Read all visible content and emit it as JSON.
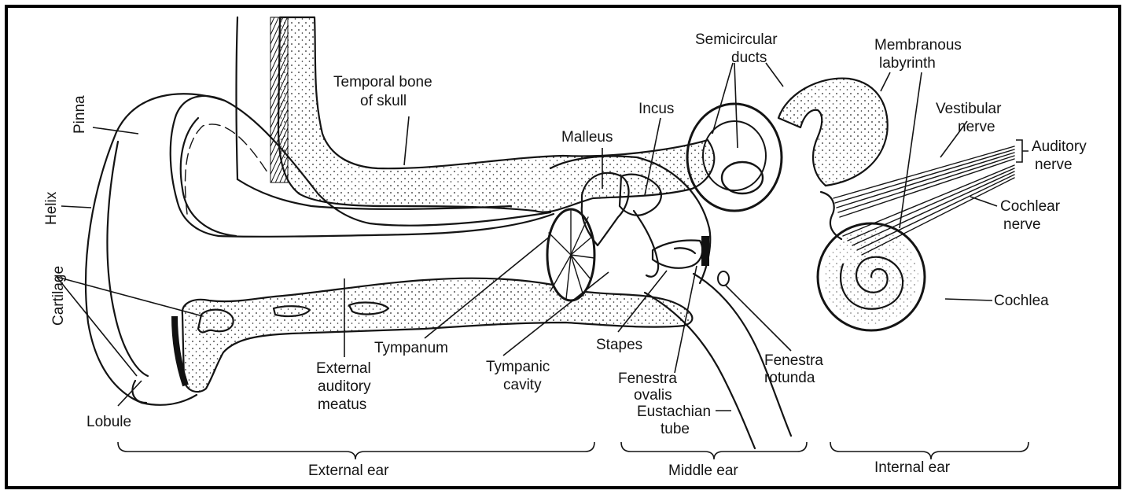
{
  "diagram": {
    "labels": {
      "pinna": "Pinna",
      "helix": "Helix",
      "cartilage": "Cartilage",
      "lobule": "Lobule",
      "temporal_bone_1": "Temporal bone",
      "temporal_bone_2": "of skull",
      "malleus": "Malleus",
      "incus": "Incus",
      "semicircular_1": "Semicircular",
      "semicircular_2": "ducts",
      "membranous_1": "Membranous",
      "membranous_2": "labyrinth",
      "vestibular_1": "Vestibular",
      "vestibular_2": "nerve",
      "auditory_1": "Auditory",
      "auditory_2": "nerve",
      "cochlear_1": "Cochlear",
      "cochlear_2": "nerve",
      "cochlea": "Cochlea",
      "tympanum": "Tympanum",
      "eam_1": "External",
      "eam_2": "auditory",
      "eam_3": "meatus",
      "tympanic_1": "Tympanic",
      "tympanic_2": "cavity",
      "stapes": "Stapes",
      "fen_oval_1": "Fenestra",
      "fen_oval_2": "ovalis",
      "eustachian_1": "Eustachian",
      "eustachian_2": "tube",
      "fen_rot_1": "Fenestra",
      "fen_rot_2": "rotunda"
    },
    "regions": {
      "external": "External ear",
      "middle": "Middle ear",
      "internal": "Internal ear"
    }
  }
}
